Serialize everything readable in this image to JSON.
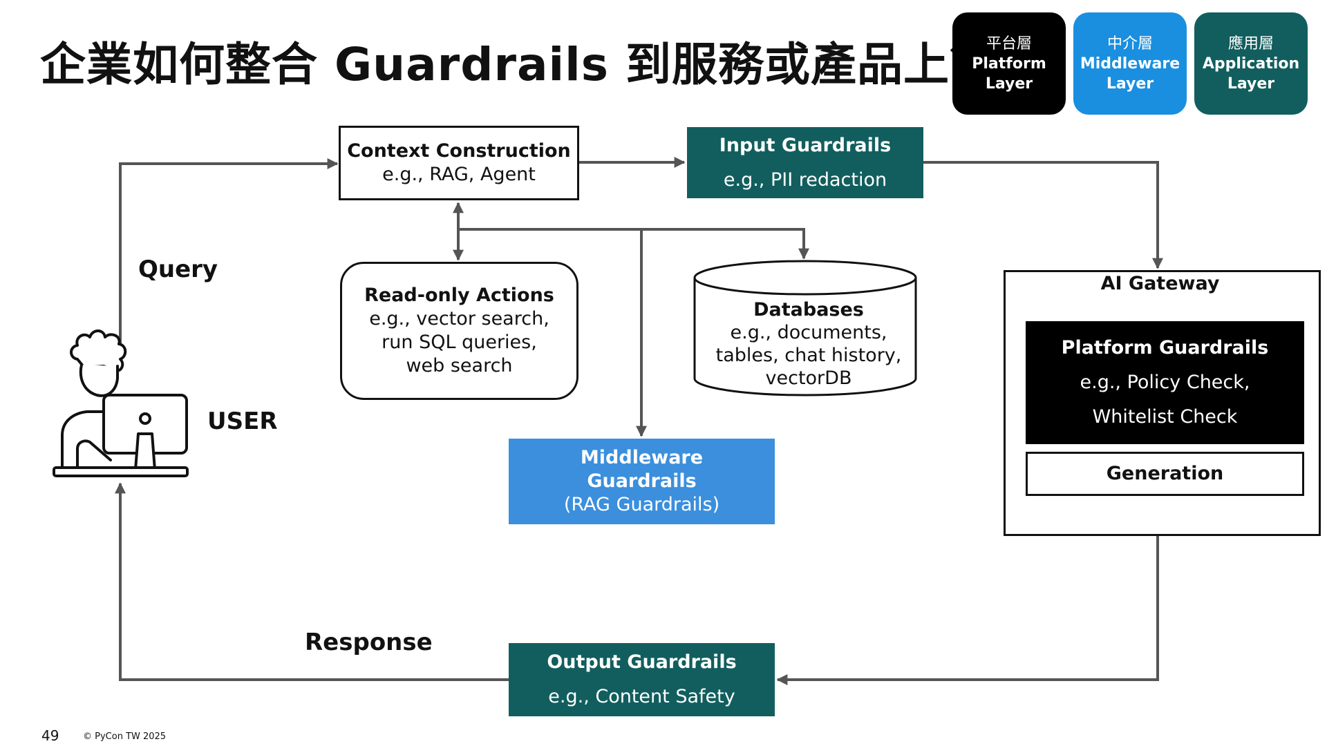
{
  "title": "企業如何整合 Guardrails 到服務或產品上？",
  "legend": [
    {
      "zh": "平台層",
      "en1": "Platform",
      "en2": "Layer",
      "color": "#000000"
    },
    {
      "zh": "中介層",
      "en1": "Middleware",
      "en2": "Layer",
      "color": "#1a8fe0"
    },
    {
      "zh": "應用層",
      "en1": "Application",
      "en2": "Layer",
      "color": "#125e5e"
    }
  ],
  "nodes": {
    "context": {
      "title": "Context Construction",
      "sub": "e.g., RAG, Agent"
    },
    "input_guardrails": {
      "title": "Input Guardrails",
      "sub": "e.g., PII redaction"
    },
    "readonly": {
      "title": "Read-only Actions",
      "line1": "e.g., vector search,",
      "line2": "run SQL queries,",
      "line3": "web search"
    },
    "databases": {
      "title": "Databases",
      "line1": "e.g., documents,",
      "line2": "tables, chat history,",
      "line3": "vectorDB"
    },
    "middleware": {
      "line1": "Middleware",
      "line2": "Guardrails",
      "line3": "(RAG Guardrails)"
    },
    "ai_gateway": {
      "title": "AI Gateway"
    },
    "platform_guardrails": {
      "title": "Platform Guardrails",
      "line1": "e.g., Policy Check,",
      "line2": "Whitelist Check"
    },
    "generation": {
      "title": "Generation"
    },
    "output_guardrails": {
      "title": "Output Guardrails",
      "sub": "e.g., Content Safety"
    }
  },
  "labels": {
    "query": "Query",
    "user": "USER",
    "response": "Response"
  },
  "icons": {
    "user": "user-at-computer-icon"
  },
  "footer": {
    "page": "49",
    "copyright": "© PyCon TW 2025"
  },
  "colors": {
    "teal": "#125e5e",
    "blue": "#3b8fdc",
    "black": "#000000",
    "arrow": "#555555"
  }
}
